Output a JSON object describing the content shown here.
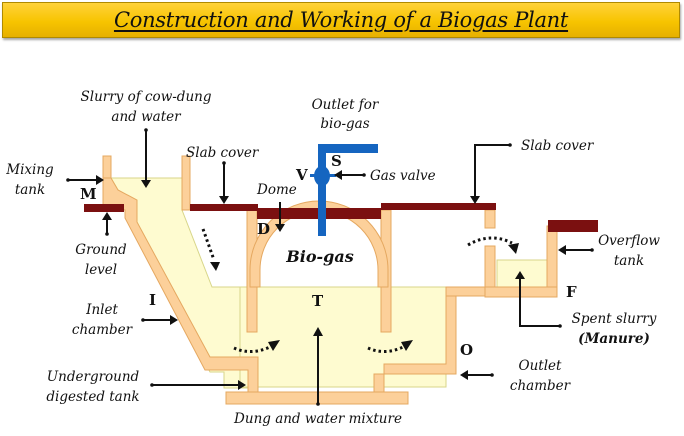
{
  "title": "Construction and Working of a Biogas Plant",
  "colors": {
    "title_bar": "#f7c400",
    "wall": "#fcd09a",
    "slurry": "#fefbd0",
    "slab": "#7b1010",
    "gas_pipe": "#1565c0"
  },
  "labels": {
    "slurry_line1": "Slurry of cow-dung",
    "slurry_line2": "and water",
    "mixing_line1": "Mixing",
    "mixing_line2": "tank",
    "slab_cover_left": "Slab cover",
    "outlet_line1": "Outlet for",
    "outlet_line2": "bio-gas",
    "gas_valve": "Gas valve",
    "dome": "Dome",
    "slab_cover_right": "Slab cover",
    "ground_line1": "Ground",
    "ground_line2": "level",
    "biogas": "Bio-gas",
    "overflow_line1": "Overflow",
    "overflow_line2": "tank",
    "inlet_line1": "Inlet",
    "inlet_line2": "chamber",
    "spent_line1": "Spent slurry",
    "spent_line2": "(Manure)",
    "underground_line1": "Underground",
    "underground_line2": "digested tank",
    "outlet_ch_line1": "Outlet",
    "outlet_ch_line2": "chamber",
    "dung_water": "Dung and water mixture"
  },
  "letters": {
    "M": "M",
    "V": "V",
    "S": "S",
    "D": "D",
    "I": "I",
    "T": "T",
    "O": "O",
    "F": "F"
  }
}
